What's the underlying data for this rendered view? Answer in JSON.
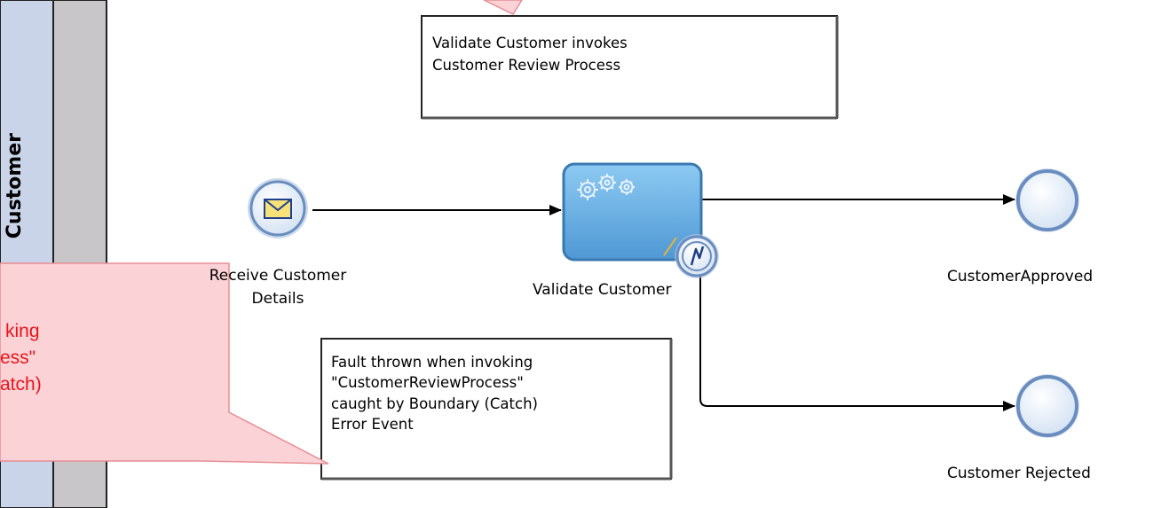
{
  "lane": {
    "label": "Customer"
  },
  "nodes": {
    "start_event": {
      "label_line1": "Receive Customer",
      "label_line2": "Details",
      "icon": "envelope-icon"
    },
    "task": {
      "label": "Validate Customer",
      "icon": "gears-icon"
    },
    "boundary_event": {
      "icon": "lightning-icon"
    },
    "end_approved": {
      "label": "CustomerApproved"
    },
    "end_rejected": {
      "label": "Customer Rejected"
    }
  },
  "annotations": {
    "top_note": {
      "line1": "Validate Customer invokes",
      "line2": "Customer Review Process"
    },
    "bottom_note": {
      "line1": "Fault thrown when invoking",
      "line2": "\"CustomerReviewProcess\"",
      "line3": "caught by Boundary (Catch)",
      "line4": "Error Event"
    }
  },
  "callout": {
    "line1": "king",
    "line2": "ess\"",
    "line3": "atch)"
  },
  "colors": {
    "lane_header": "#c9d4e8",
    "lane_band": "#c8c6c8",
    "event_fill": "#dfe9f6",
    "event_stroke": "#6a8dbf",
    "task_fill": "#6aaee0",
    "task_stroke": "#3a78b0",
    "callout_fill": "#fbd3d6",
    "callout_stroke": "#e88d95",
    "callout_text": "#e8141b"
  }
}
